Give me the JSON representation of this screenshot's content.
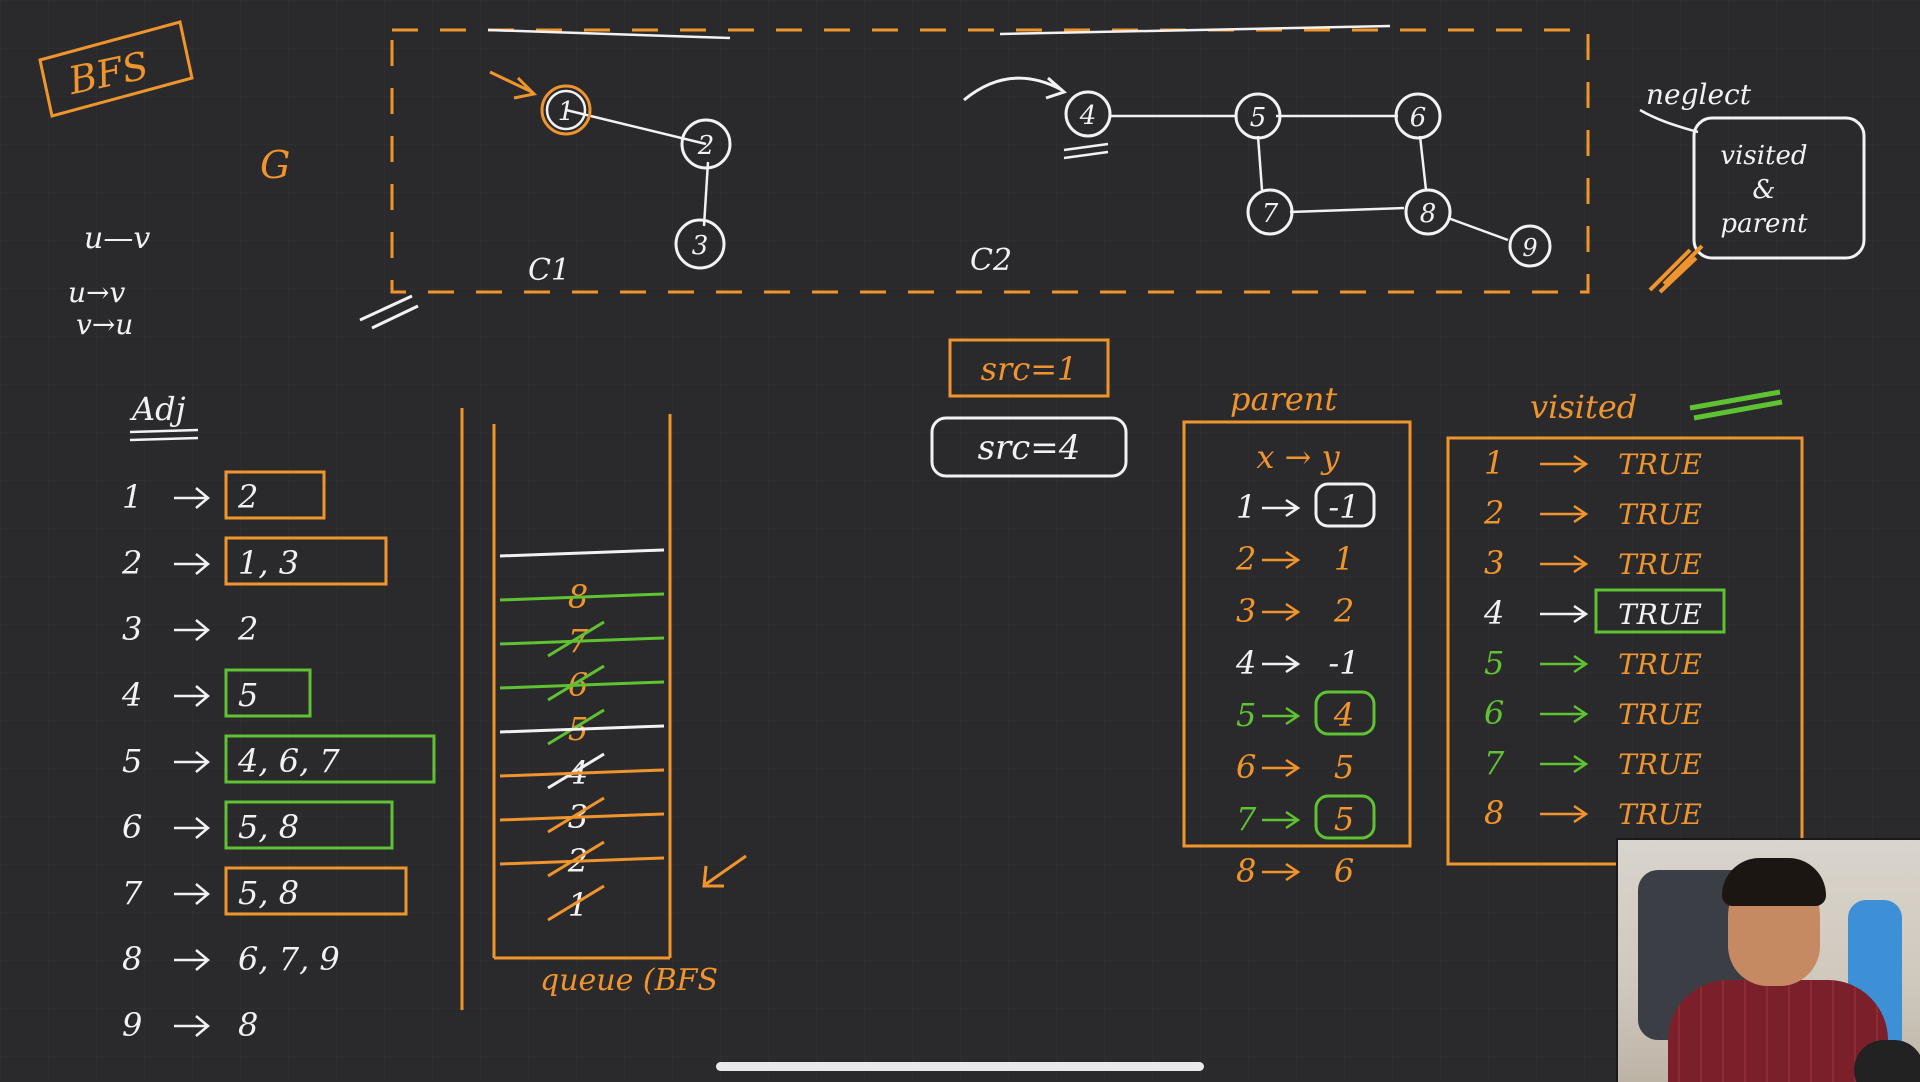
{
  "title": "BFS",
  "graph_label": "G",
  "edge_notes": [
    "u—v",
    "u→v",
    "v→u"
  ],
  "component_labels": [
    "C1",
    "C2"
  ],
  "nodes": [
    "1",
    "2",
    "3",
    "4",
    "5",
    "6",
    "7",
    "8",
    "9"
  ],
  "neglect_note": {
    "label": "neglect",
    "box": [
      "visited",
      "&",
      "parent"
    ]
  },
  "src_boxes": [
    "src=1",
    "src=4"
  ],
  "adj": {
    "label": "Adj",
    "rows": [
      {
        "key": "1",
        "vals": "2"
      },
      {
        "key": "2",
        "vals": "1, 3"
      },
      {
        "key": "3",
        "vals": "2"
      },
      {
        "key": "4",
        "vals": "5"
      },
      {
        "key": "5",
        "vals": "4, 6, 7"
      },
      {
        "key": "6",
        "vals": "5, 8"
      },
      {
        "key": "7",
        "vals": "5, 8"
      },
      {
        "key": "8",
        "vals": "6, 7, 9"
      },
      {
        "key": "9",
        "vals": "8"
      }
    ]
  },
  "queue": {
    "label": "queue (BFS",
    "items": [
      "8",
      "7",
      "6",
      "5",
      "4",
      "3",
      "2",
      "1"
    ]
  },
  "parent": {
    "label": "parent",
    "header": "x → y",
    "rows": [
      {
        "key": "1",
        "val": "-1"
      },
      {
        "key": "2",
        "val": "1"
      },
      {
        "key": "3",
        "val": "2"
      },
      {
        "key": "4",
        "val": "-1"
      },
      {
        "key": "5",
        "val": "4"
      },
      {
        "key": "6",
        "val": "5"
      },
      {
        "key": "7",
        "val": "5"
      },
      {
        "key": "8",
        "val": "6"
      }
    ]
  },
  "visited": {
    "label": "visited",
    "rows": [
      {
        "key": "1",
        "val": "TRUE"
      },
      {
        "key": "2",
        "val": "TRUE"
      },
      {
        "key": "3",
        "val": "TRUE"
      },
      {
        "key": "4",
        "val": "TRUE"
      },
      {
        "key": "5",
        "val": "TRUE"
      },
      {
        "key": "6",
        "val": "TRUE"
      },
      {
        "key": "7",
        "val": "TRUE"
      },
      {
        "key": "8",
        "val": "TRUE"
      }
    ]
  },
  "colors": {
    "ink": "#f2f2f2",
    "orange": "#f0952d",
    "green": "#5fc233",
    "board": "#2a2a2c"
  }
}
